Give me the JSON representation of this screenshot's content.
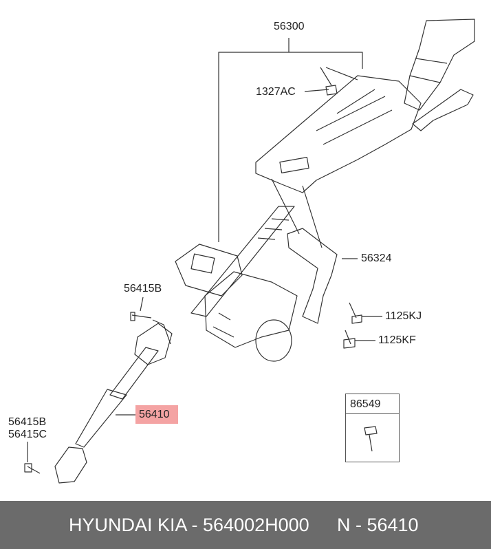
{
  "callouts": {
    "assy_column": "56300",
    "nut": "1327AC",
    "bracket": "56324",
    "bolt_upper": "56415B",
    "bolt_kj": "1125KJ",
    "bolt_kf": "1125KF",
    "joint": "56410",
    "bolt_lower_b": "56415B",
    "bolt_lower_c": "56415C",
    "inset_part": "86549"
  },
  "footer": {
    "left": "HYUNDAI  KIA - 564002H000",
    "right": "N - 56410"
  },
  "colors": {
    "highlight": "#f4a3a3",
    "footer_bg": "#6b6b6b",
    "line": "#333333"
  }
}
